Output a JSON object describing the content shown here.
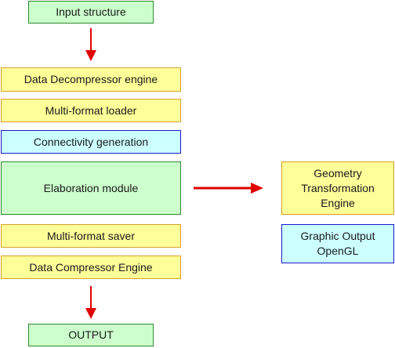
{
  "nodes": {
    "input": "Input structure",
    "decompressor": "Data Decompressor engine",
    "loader": "Multi-format loader",
    "connectivity": "Connectivity generation",
    "elaboration": "Elaboration module",
    "saver": "Multi-format saver",
    "compressor": "Data Compressor Engine",
    "output": "OUTPUT",
    "geometry": "Geometry Transformation Engine",
    "graphic": "Graphic Output OpenGL"
  },
  "colors": {
    "green_fill": "#ccffcc",
    "yellow_fill": "#ffff99",
    "cyan_fill": "#ccffff",
    "arrow": "#e00000"
  }
}
